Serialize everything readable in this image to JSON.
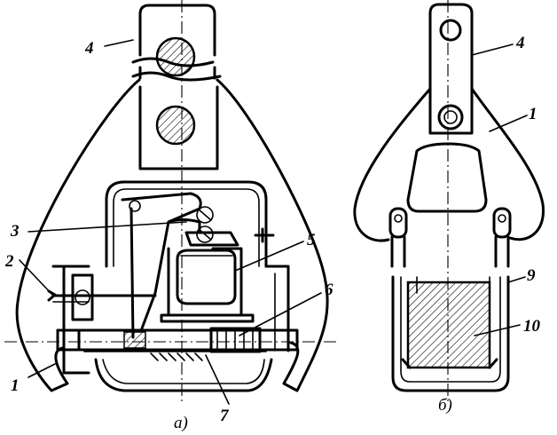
{
  "view_a": {
    "caption": "а)",
    "labels": [
      "4",
      "3",
      "2",
      "1",
      "5",
      "6",
      "7"
    ]
  },
  "view_b": {
    "caption": "б)",
    "labels": [
      "4",
      "1",
      "9",
      "10"
    ]
  }
}
